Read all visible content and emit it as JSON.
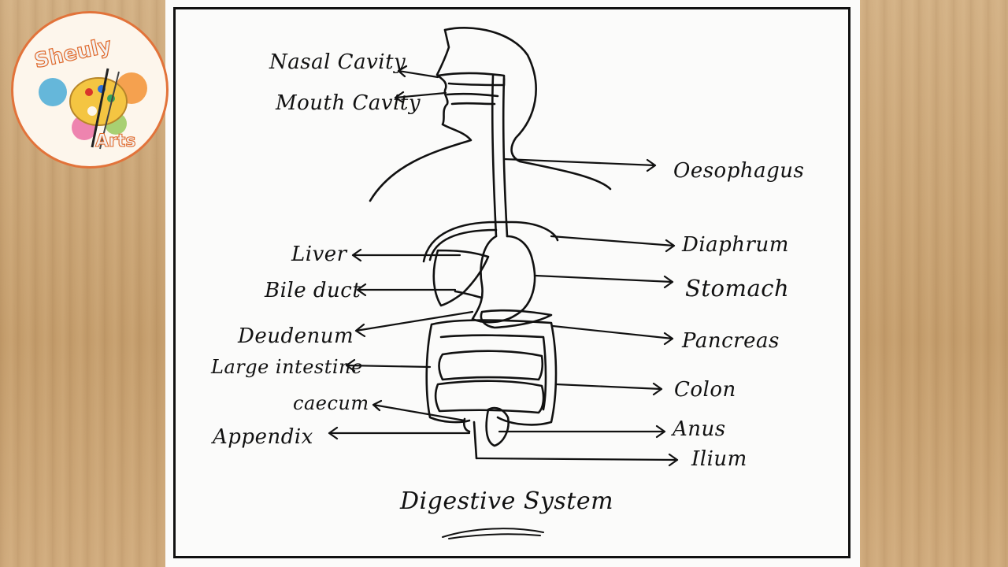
{
  "logo": {
    "brand_top": "Sheuly",
    "brand_bottom": "Arts"
  },
  "diagram": {
    "title": "Digestive System",
    "labels": {
      "nasal_cavity": "Nasal Cavity",
      "mouth_cavity": "Mouth Cavity",
      "oesophagus": "Oesophagus",
      "liver": "Liver",
      "diaphrum": "Diaphrum",
      "bile_duct": "Bile duct",
      "stomach": "Stomach",
      "deudenum": "Deudenum",
      "pancreas": "Pancreas",
      "large_intestine": "Large intestine",
      "colon": "Colon",
      "caecum": "caecum",
      "appendix": "Appendix",
      "anus": "Anus",
      "ilium": "Ilium"
    }
  },
  "colors": {
    "ink": "#111111",
    "paper": "#fbfbfa",
    "logo_accent": "#e06a2c"
  }
}
